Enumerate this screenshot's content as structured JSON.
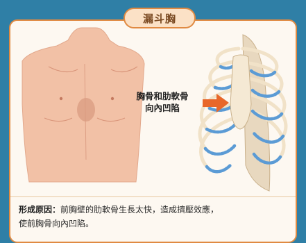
{
  "title": "漏斗胸",
  "arrow_label": {
    "line1": "胸骨和肋軟骨",
    "line2": "向內凹陷"
  },
  "caption": {
    "heading": "形成原因：",
    "line1": "前胸壁的肋軟骨生長太快，造成擠壓效應，",
    "line2": "使前胸骨向內凹陷。"
  },
  "colors": {
    "background": "#2f7fa6",
    "card": "#fdf8f1",
    "accent": "#e08a42",
    "skin": "#f2c1a6",
    "cartilage": "#5b9bd5",
    "bone": "#f1e2c8",
    "arrow": "#e8672a"
  }
}
